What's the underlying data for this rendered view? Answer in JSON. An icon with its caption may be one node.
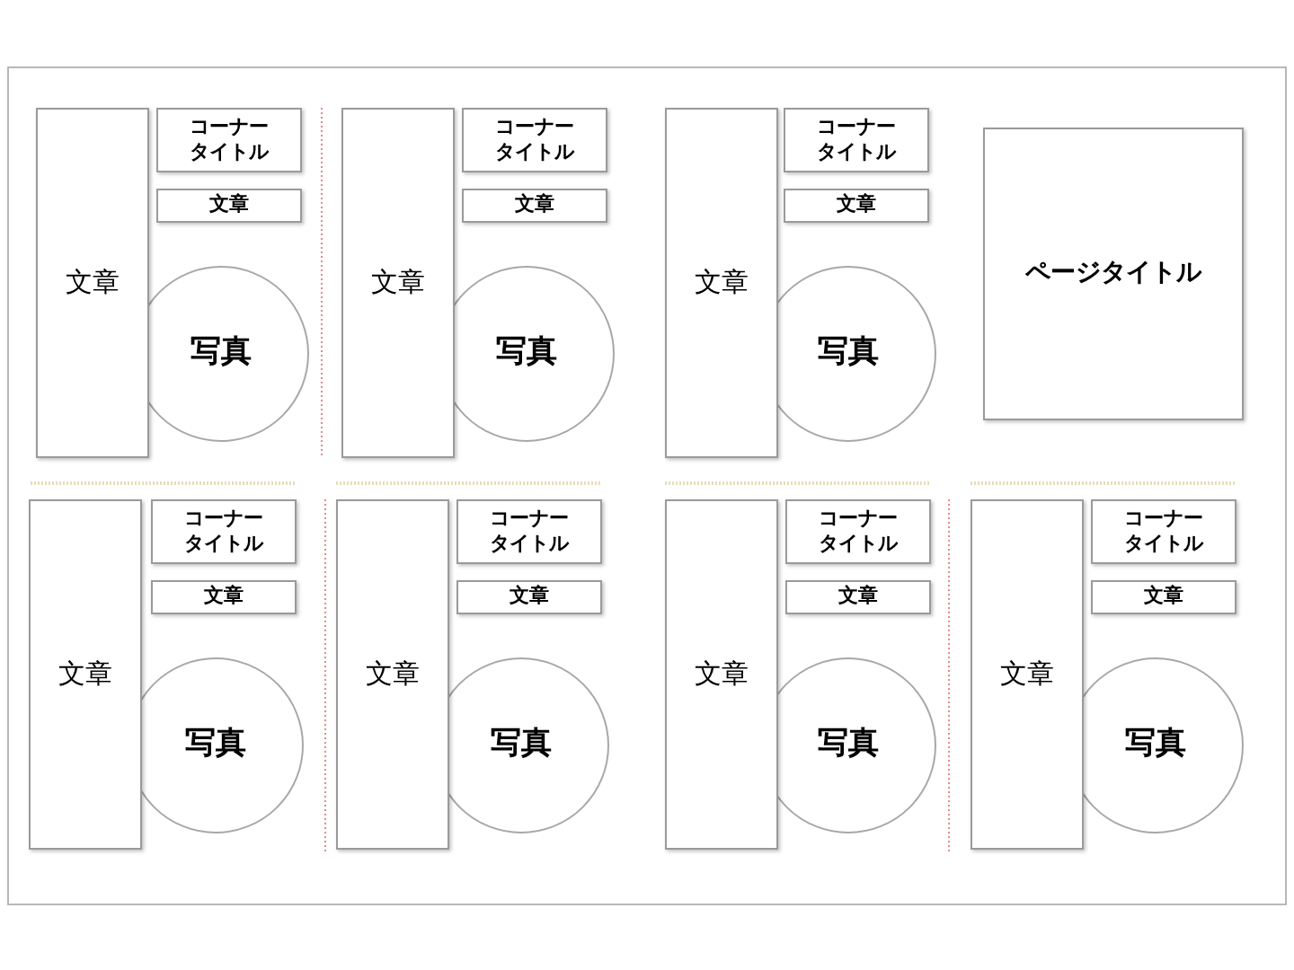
{
  "diagram": {
    "nodes": [
      {
        "text": [
          "文章"
        ]
      },
      {
        "text": [
          "コーナータイトル"
        ]
      },
      {
        "text": [
          "文章"
        ]
      },
      {
        "text": [
          "写真"
        ]
      },
      {
        "text": [
          "文章"
        ]
      },
      {
        "text": [
          "コーナータイトル"
        ]
      },
      {
        "text": [
          "文章"
        ]
      },
      {
        "text": [
          "写真"
        ]
      },
      {
        "text": [
          "文章"
        ]
      },
      {
        "text": [
          "コーナータイトル"
        ]
      },
      {
        "text": [
          "文章"
        ]
      },
      {
        "text": [
          "写真"
        ]
      },
      {
        "text": [
          "ページタイトル"
        ]
      },
      {
        "text": [
          "文章"
        ]
      },
      {
        "text": [
          "コーナータイトル"
        ]
      },
      {
        "text": [
          "文章"
        ]
      },
      {
        "text": [
          "写真"
        ]
      },
      {
        "text": [
          "文章"
        ]
      },
      {
        "text": [
          "コーナータイトル"
        ]
      },
      {
        "text": [
          "文章"
        ]
      },
      {
        "text": [
          "写真"
        ]
      },
      {
        "text": [
          "文章"
        ]
      },
      {
        "text": [
          "コーナータイトル"
        ]
      },
      {
        "text": [
          "文章"
        ]
      },
      {
        "text": [
          "写真"
        ]
      },
      {
        "text": [
          "文章"
        ]
      },
      {
        "text": [
          "コーナータイトル"
        ]
      },
      {
        "text": [
          "文章"
        ]
      },
      {
        "text": [
          "写真"
        ]
      }
    ]
  }
}
